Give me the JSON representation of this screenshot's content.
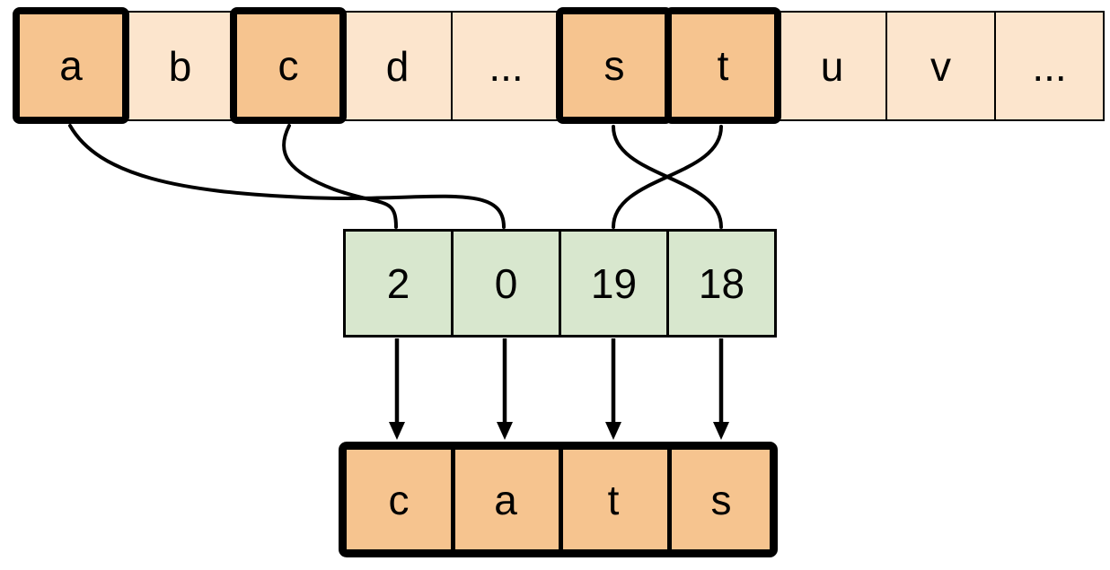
{
  "alphabet_row": {
    "cells": [
      {
        "label": "a",
        "highlighted": true
      },
      {
        "label": "b",
        "highlighted": false
      },
      {
        "label": "c",
        "highlighted": true
      },
      {
        "label": "d",
        "highlighted": false
      },
      {
        "label": "...",
        "highlighted": false
      },
      {
        "label": "s",
        "highlighted": true
      },
      {
        "label": "t",
        "highlighted": true
      },
      {
        "label": "u",
        "highlighted": false
      },
      {
        "label": "v",
        "highlighted": false
      },
      {
        "label": "...",
        "highlighted": false
      }
    ]
  },
  "index_row": {
    "cells": [
      {
        "label": "2"
      },
      {
        "label": "0"
      },
      {
        "label": "19"
      },
      {
        "label": "18"
      }
    ]
  },
  "output_row": {
    "word": "cats",
    "cells": [
      {
        "label": "c"
      },
      {
        "label": "a"
      },
      {
        "label": "t"
      },
      {
        "label": "s"
      }
    ]
  },
  "connectors": {
    "curves": [
      {
        "from": "a",
        "to": "0"
      },
      {
        "from": "c",
        "to": "2"
      },
      {
        "from": "s",
        "to": "18"
      },
      {
        "from": "t",
        "to": "19"
      }
    ],
    "arrows": [
      {
        "from": "2",
        "to": "c"
      },
      {
        "from": "0",
        "to": "a"
      },
      {
        "from": "19",
        "to": "t"
      },
      {
        "from": "18",
        "to": "s"
      }
    ]
  },
  "colors": {
    "plain_fill": "#FCE5CD",
    "highlight_fill": "#F6C48F",
    "index_fill": "#D8E7CE",
    "stroke": "#000000",
    "background": "#FFFFFF"
  }
}
